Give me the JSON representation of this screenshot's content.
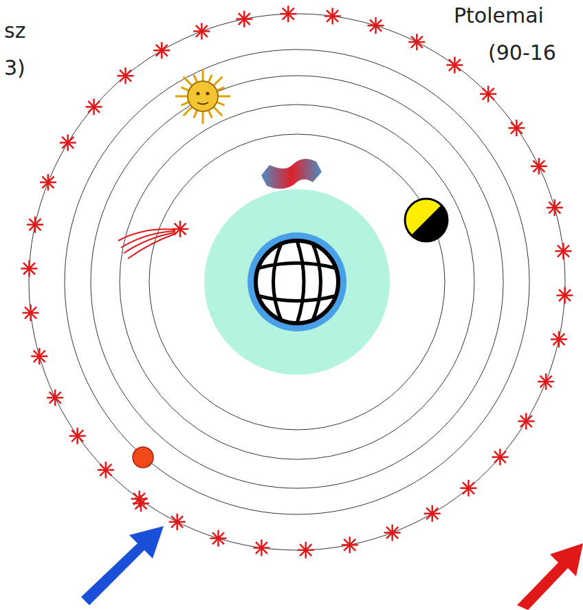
{
  "diagram": {
    "labels": [
      "sz",
      "Ptolemai",
      "3)",
      "(90-16"
    ]
  }
}
